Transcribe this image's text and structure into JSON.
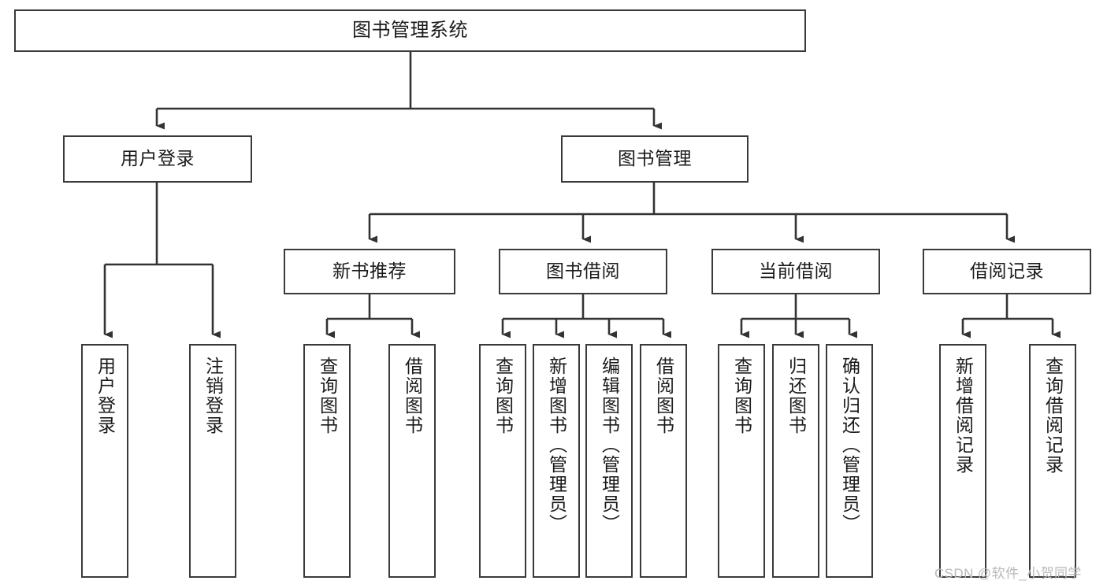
{
  "diagram": {
    "title": "图书管理系统",
    "type": "tree",
    "watermark": "CSDN @软件_小贺同学",
    "colors": {
      "node_border": "#3a3a3a",
      "node_fill": "#ffffff",
      "edge": "#333333",
      "text": "#1a1a1a",
      "watermark": "#b9b9b9",
      "background": "#ffffff"
    },
    "nodes": {
      "root": {
        "label": "图书管理系统"
      },
      "level1": [
        {
          "id": "user-login",
          "label": "用户登录"
        },
        {
          "id": "book-manage",
          "label": "图书管理"
        }
      ],
      "level2": [
        {
          "id": "new-book-recommend",
          "label": "新书推荐"
        },
        {
          "id": "book-borrow",
          "label": "图书借阅"
        },
        {
          "id": "current-borrow",
          "label": "当前借阅"
        },
        {
          "id": "borrow-record",
          "label": "借阅记录"
        }
      ],
      "leaves": [
        {
          "id": "leaf-user-login",
          "label": "用户登录",
          "parent": "user-login"
        },
        {
          "id": "leaf-logout-login",
          "label": "注销登录",
          "parent": "user-login"
        },
        {
          "id": "leaf-query-book-1",
          "label": "查询图书",
          "parent": "new-book-recommend"
        },
        {
          "id": "leaf-borrow-book-1",
          "label": "借阅图书",
          "parent": "new-book-recommend"
        },
        {
          "id": "leaf-query-book-2",
          "label": "查询图书",
          "parent": "book-borrow"
        },
        {
          "id": "leaf-add-book",
          "label": "新增图书（管理员）",
          "parent": "book-borrow"
        },
        {
          "id": "leaf-edit-book",
          "label": "编辑图书（管理员）",
          "parent": "book-borrow"
        },
        {
          "id": "leaf-borrow-book-2",
          "label": "借阅图书",
          "parent": "book-borrow"
        },
        {
          "id": "leaf-query-book-3",
          "label": "查询图书",
          "parent": "current-borrow"
        },
        {
          "id": "leaf-return-book",
          "label": "归还图书",
          "parent": "current-borrow"
        },
        {
          "id": "leaf-confirm-return",
          "label": "确认归还（管理员）",
          "parent": "current-borrow"
        },
        {
          "id": "leaf-add-record",
          "label": "新增借阅记录",
          "parent": "borrow-record"
        },
        {
          "id": "leaf-query-record",
          "label": "查询借阅记录",
          "parent": "borrow-record"
        }
      ]
    }
  }
}
